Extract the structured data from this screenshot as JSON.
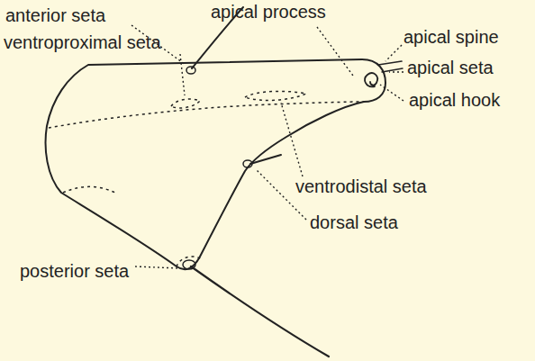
{
  "diagram": {
    "labels": [
      "anterior seta",
      "apical process",
      "ventroproximal seta",
      "apical spine",
      "apical seta",
      "apical hook",
      "ventrodistal seta",
      "dorsal seta",
      "posterior seta"
    ]
  }
}
